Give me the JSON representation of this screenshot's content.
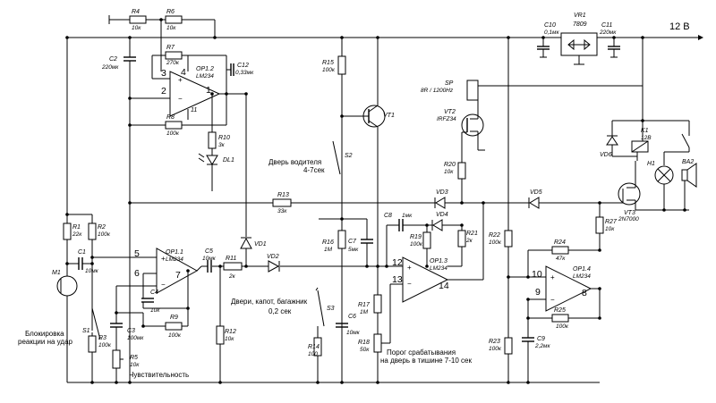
{
  "supply_label": "12 В",
  "notes": {
    "door_driver": [
      "Дверь водителя",
      "4-7сек"
    ],
    "doors_hood_trunk": [
      "Двери, капот, багажник",
      "0,2 сек"
    ],
    "threshold": [
      "Порог срабатывания",
      "на дверь в тишине 7-10 сек"
    ],
    "shock_block": [
      "Блокировка",
      "реакции на удар"
    ],
    "sensitivity": "Чувствительность"
  },
  "components": {
    "R1": {
      "ref": "R1",
      "val": "22к"
    },
    "R2": {
      "ref": "R2",
      "val": "100к"
    },
    "R3": {
      "ref": "R3",
      "val": "100к"
    },
    "R4": {
      "ref": "R4",
      "val": "10к"
    },
    "R5": {
      "ref": "R5",
      "val": "10к"
    },
    "R6": {
      "ref": "R6",
      "val": "10к"
    },
    "R7": {
      "ref": "R7",
      "val": "270к"
    },
    "R8": {
      "ref": "R8",
      "val": "100к"
    },
    "R9": {
      "ref": "R9",
      "val": "100к"
    },
    "R10": {
      "ref": "R10",
      "val": "3к"
    },
    "R11": {
      "ref": "R11",
      "val": "2к"
    },
    "R12": {
      "ref": "R12",
      "val": "10к"
    },
    "R13": {
      "ref": "R13",
      "val": "33к"
    },
    "R14": {
      "ref": "R14",
      "val": "100"
    },
    "R15": {
      "ref": "R15",
      "val": "100к"
    },
    "R16": {
      "ref": "R16",
      "val": "1М"
    },
    "R17": {
      "ref": "R17",
      "val": "1М"
    },
    "R18": {
      "ref": "R18",
      "val": "50к"
    },
    "R19": {
      "ref": "R19",
      "val": "100к"
    },
    "R20": {
      "ref": "R20",
      "val": "10к"
    },
    "R21": {
      "ref": "R21",
      "val": "2к"
    },
    "R22": {
      "ref": "R22",
      "val": "100к"
    },
    "R23": {
      "ref": "R23",
      "val": "100к"
    },
    "R24": {
      "ref": "R24",
      "val": "47к"
    },
    "R25": {
      "ref": "R25",
      "val": "100к"
    },
    "R27": {
      "ref": "R27",
      "val": "10к"
    },
    "C1": {
      "ref": "C1",
      "val": "10мк"
    },
    "C2": {
      "ref": "C2",
      "val": "220мк"
    },
    "C3": {
      "ref": "C3",
      "val": "100мк"
    },
    "C4": {
      "ref": "C4",
      "val": "10к"
    },
    "C5": {
      "ref": "C5",
      "val": "10мк"
    },
    "C6": {
      "ref": "C6",
      "val": "10мк"
    },
    "C7": {
      "ref": "C7",
      "val": "5мк"
    },
    "C8": {
      "ref": "C8",
      "val": "1мк"
    },
    "C9": {
      "ref": "C9",
      "val": "2,2мк"
    },
    "C10": {
      "ref": "C10",
      "val": "0,1мк"
    },
    "C11": {
      "ref": "C11",
      "val": "220мк"
    },
    "C12": {
      "ref": "C12",
      "val": "0,33мк"
    },
    "VD1": {
      "ref": "VD1"
    },
    "VD2": {
      "ref": "VD2"
    },
    "VD3": {
      "ref": "VD3"
    },
    "VD4": {
      "ref": "VD4"
    },
    "VD5": {
      "ref": "VD5"
    },
    "VD6": {
      "ref": "VD6"
    },
    "DL1": {
      "ref": "DL1"
    },
    "VT1": {
      "ref": "VT1"
    },
    "VT2": {
      "ref": "VT2",
      "val": "IRFZ34"
    },
    "VT3": {
      "ref": "VT3",
      "val": "2N7000"
    },
    "VR1": {
      "ref": "VR1",
      "val": "7809"
    },
    "K1": {
      "ref": "K1",
      "val": "12В"
    },
    "SP": {
      "ref": "SP",
      "val": "8R / 1200Hz"
    },
    "H1": {
      "ref": "H1"
    },
    "BA2": {
      "ref": "BA2"
    },
    "M1": {
      "ref": "M1"
    },
    "S1": {
      "ref": "S1"
    },
    "S2": {
      "ref": "S2"
    },
    "S3": {
      "ref": "S3"
    }
  },
  "opamps": {
    "op1_1": {
      "ref": "OP1.1",
      "part": "LM234",
      "pins": [
        "5",
        "6",
        "7"
      ]
    },
    "op1_2": {
      "ref": "OP1.2",
      "part": "LM234",
      "pins": [
        "3",
        "2",
        "1",
        "4",
        "11"
      ]
    },
    "op1_3": {
      "ref": "OP1.3",
      "part": "LM234",
      "pins": [
        "12",
        "13",
        "14"
      ]
    },
    "op1_4": {
      "ref": "OP1.4",
      "part": "LM234",
      "pins": [
        "10",
        "9",
        "8"
      ]
    }
  }
}
